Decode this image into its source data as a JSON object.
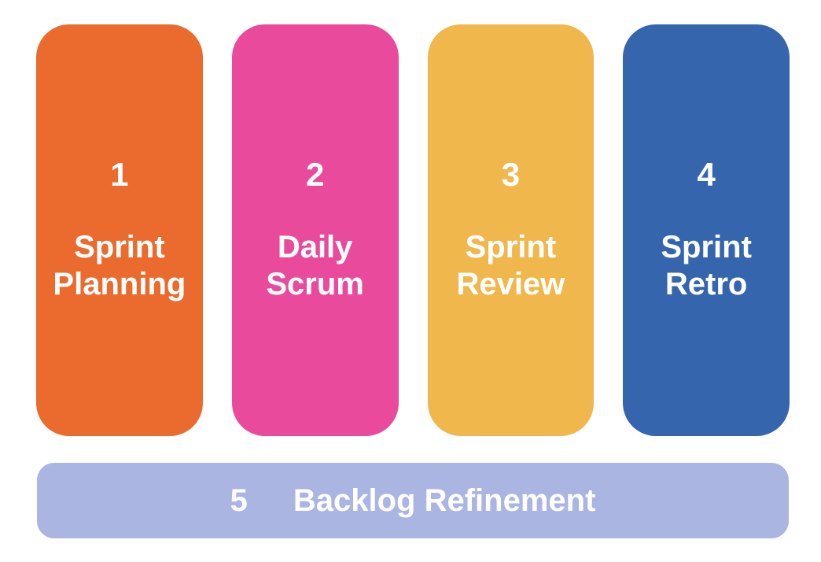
{
  "colors": {
    "background": "#FFFFFF",
    "text": "#FFFFFF",
    "pillar_1": "#EB6A2D",
    "pillar_2": "#E94A9B",
    "pillar_3": "#F0B84C",
    "pillar_4": "#3565AD",
    "bottom_bar": "#AAB5E2"
  },
  "pillars": [
    {
      "number": "1",
      "label_lines": [
        "Sprint",
        "Planning"
      ],
      "color": "#EB6A2D"
    },
    {
      "number": "2",
      "label_lines": [
        "Daily",
        "Scrum"
      ],
      "color": "#E94A9B"
    },
    {
      "number": "3",
      "label_lines": [
        "Sprint",
        "Review"
      ],
      "color": "#F0B84C"
    },
    {
      "number": "4",
      "label_lines": [
        "Sprint",
        "Retro"
      ],
      "color": "#3565AD"
    }
  ],
  "bottom_bar": {
    "number": "5",
    "label": "Backlog Refinement",
    "color": "#AAB5E2"
  }
}
